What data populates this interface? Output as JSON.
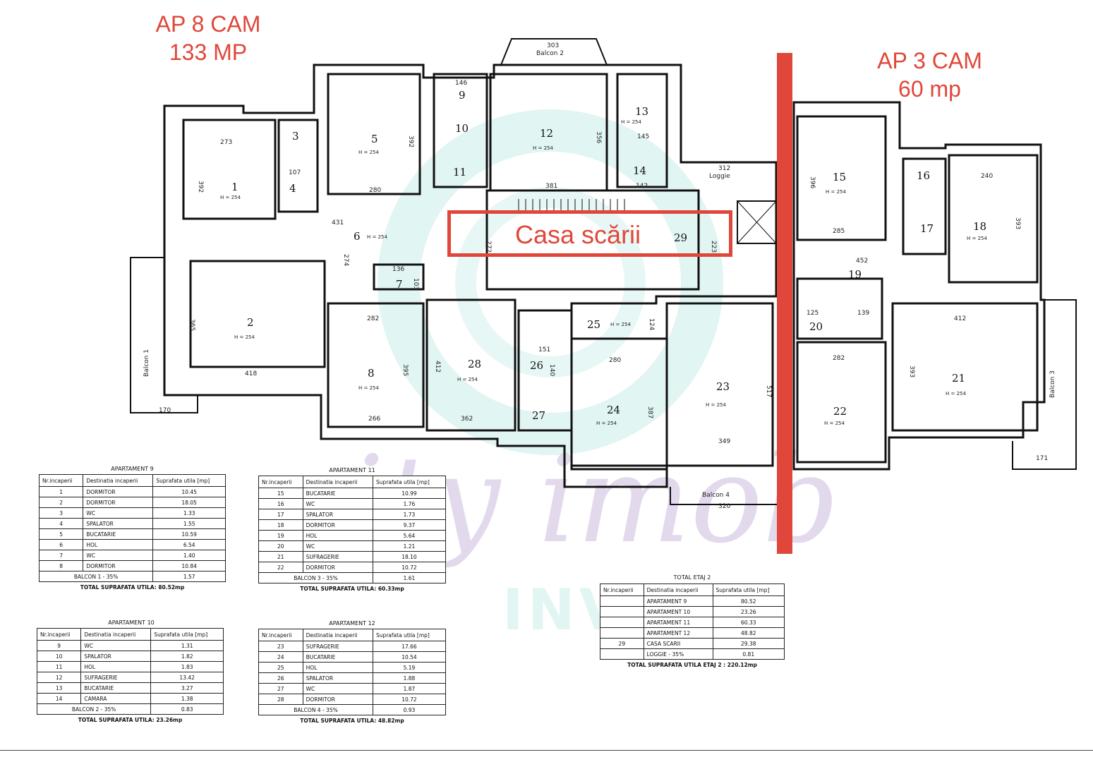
{
  "labels": {
    "ap8_title": "AP 8 CAM",
    "ap8_area": "133 MP",
    "ap3_title": "AP 3 CAM",
    "ap3_area": "60 mp",
    "stairwell": "Casa scării",
    "stairwell_room_no": "29"
  },
  "balconies": {
    "b1": "Balcon 1",
    "b2": "Balcon 2",
    "b3": "Balcon 3",
    "b4": "Balcon 4",
    "loggie": "Loggie"
  },
  "rooms": [
    {
      "no": "1",
      "h": "H = 254"
    },
    {
      "no": "2",
      "h": "H = 254"
    },
    {
      "no": "3",
      "h": ""
    },
    {
      "no": "4",
      "h": ""
    },
    {
      "no": "5",
      "h": "H = 254"
    },
    {
      "no": "6",
      "h": "H = 254"
    },
    {
      "no": "7",
      "h": ""
    },
    {
      "no": "8",
      "h": "H = 254"
    },
    {
      "no": "9",
      "h": ""
    },
    {
      "no": "10",
      "h": ""
    },
    {
      "no": "11",
      "h": ""
    },
    {
      "no": "12",
      "h": "H = 254"
    },
    {
      "no": "13",
      "h": "H = 254"
    },
    {
      "no": "14",
      "h": ""
    },
    {
      "no": "15",
      "h": "H = 254"
    },
    {
      "no": "16",
      "h": ""
    },
    {
      "no": "17",
      "h": ""
    },
    {
      "no": "18",
      "h": "H = 254"
    },
    {
      "no": "19",
      "h": ""
    },
    {
      "no": "20",
      "h": ""
    },
    {
      "no": "21",
      "h": "H = 254"
    },
    {
      "no": "22",
      "h": "H = 254"
    },
    {
      "no": "23",
      "h": "H = 254"
    },
    {
      "no": "24",
      "h": "H = 254"
    },
    {
      "no": "25",
      "h": "H = 254"
    },
    {
      "no": "26",
      "h": ""
    },
    {
      "no": "27",
      "h": ""
    },
    {
      "no": "28",
      "h": "H = 254"
    }
  ],
  "dimensions": [
    "273",
    "392",
    "431",
    "280",
    "392",
    "381",
    "356",
    "303",
    "365",
    "418",
    "282",
    "395",
    "266",
    "412",
    "362",
    "280",
    "387",
    "517",
    "349",
    "320",
    "285",
    "396",
    "240",
    "393",
    "452",
    "412",
    "393",
    "282",
    "170",
    "171",
    "145",
    "142",
    "146",
    "107",
    "136",
    "103",
    "274",
    "272",
    "223",
    "312",
    "125",
    "139",
    "151",
    "140",
    "124"
  ],
  "tables": {
    "ap9": {
      "title": "APARTAMENT 9",
      "headers": [
        "Nr.incaperii",
        "Destinatia incaperii",
        "Suprafata utila [mp]"
      ],
      "rows": [
        [
          "1",
          "DORMITOR",
          "10.45"
        ],
        [
          "2",
          "DORMITOR",
          "18.05"
        ],
        [
          "3",
          "WC",
          "1.33"
        ],
        [
          "4",
          "SPALATOR",
          "1.55"
        ],
        [
          "5",
          "BUCATARIE",
          "10.59"
        ],
        [
          "6",
          "HOL",
          "6.54"
        ],
        [
          "7",
          "WC",
          "1.40"
        ],
        [
          "8",
          "DORMITOR",
          "10.84"
        ]
      ],
      "extra": [
        "BALCON 1 - 35%",
        "1.57"
      ],
      "total": "TOTAL SUPRAFATA UTILA: 80.52mp"
    },
    "ap10": {
      "title": "APARTAMENT 10",
      "headers": [
        "Nr.incaperii",
        "Destinatia incaperii",
        "Suprafata utila [mp]"
      ],
      "rows": [
        [
          "9",
          "WC",
          "1.31"
        ],
        [
          "10",
          "SPALATOR",
          "1.82"
        ],
        [
          "11",
          "HOL",
          "1.83"
        ],
        [
          "12",
          "SUFRAGERIE",
          "13.42"
        ],
        [
          "13",
          "BUCATARIE",
          "3.27"
        ],
        [
          "14",
          "CAMARA",
          "1.38"
        ]
      ],
      "extra": [
        "BALCON 2 - 35%",
        "0.83"
      ],
      "total": "TOTAL SUPRAFATA UTILA: 23.26mp"
    },
    "ap11": {
      "title": "APARTAMENT 11",
      "headers": [
        "Nr.incaperii",
        "Destinatia incaperii",
        "Suprafata utila [mp]"
      ],
      "rows": [
        [
          "15",
          "BUCATARIE",
          "10.99"
        ],
        [
          "16",
          "WC",
          "1.76"
        ],
        [
          "17",
          "SPALATOR",
          "1.73"
        ],
        [
          "18",
          "DORMITOR",
          "9.37"
        ],
        [
          "19",
          "HOL",
          "5.64"
        ],
        [
          "20",
          "WC",
          "1.21"
        ],
        [
          "21",
          "SUFRAGERIE",
          "18.10"
        ],
        [
          "22",
          "DORMITOR",
          "10.72"
        ]
      ],
      "extra": [
        "BALCON 3 - 35%",
        "1.61"
      ],
      "total": "TOTAL SUPRAFATA UTILA: 60.33mp"
    },
    "ap12": {
      "title": "APARTAMENT 12",
      "headers": [
        "Nr.incaperii",
        "Destinatia incaperii",
        "Suprafata utila [mp]"
      ],
      "rows": [
        [
          "23",
          "SUFRAGERIE",
          "17.66"
        ],
        [
          "24",
          "BUCATARIE",
          "10.54"
        ],
        [
          "25",
          "HOL",
          "5.19"
        ],
        [
          "26",
          "SPALATOR",
          "1.88"
        ],
        [
          "27",
          "WC",
          "1.87"
        ],
        [
          "28",
          "DORMITOR",
          "10.72"
        ]
      ],
      "extra": [
        "BALCON 4 - 35%",
        "0.93"
      ],
      "total": "TOTAL SUPRAFATA UTILA: 48.82mp"
    },
    "etaj2": {
      "title": "TOTAL ETAJ 2",
      "headers": [
        "Nr.incaperii",
        "Destinatia incaperii",
        "Suprafata utila [mp]"
      ],
      "rows": [
        [
          "",
          "APARTAMENT 9",
          "80.52"
        ],
        [
          "",
          "APARTAMENT 10",
          "23.26"
        ],
        [
          "",
          "APARTAMENT 11",
          "60.33"
        ],
        [
          "",
          "APARTAMENT 12",
          "48.82"
        ],
        [
          "29",
          "CASA SCARII",
          "29.38"
        ],
        [
          "",
          "LOGGIE - 35%",
          "0.81"
        ]
      ],
      "total": "TOTAL SUPRAFATA UTILA ETAJ 2 : 220.12mp"
    }
  },
  "watermark": {
    "script": "city imob",
    "bold": "INVEST"
  },
  "colors": {
    "accent_red": "#e0473a",
    "watermark_teal": "#78d2c8",
    "watermark_purple": "#bea9d7"
  }
}
